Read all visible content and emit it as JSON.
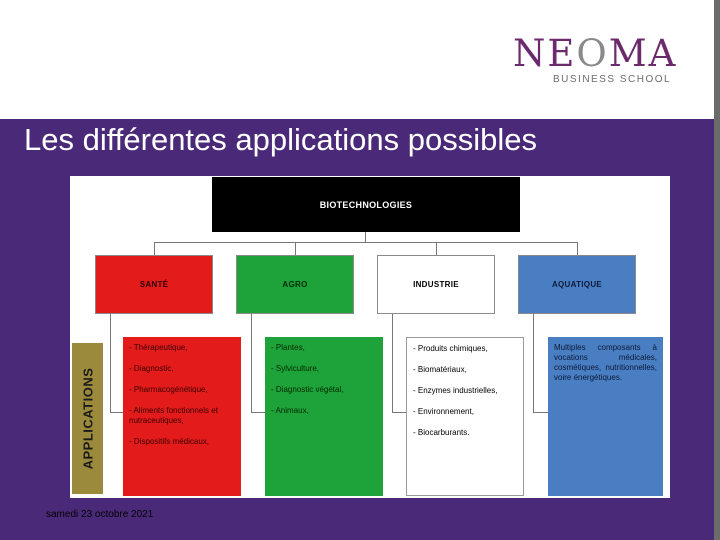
{
  "header": {
    "logo": {
      "main_left": "NE",
      "main_o": "O",
      "main_right": "MA",
      "sub": "BUSINESS SCHOOL"
    }
  },
  "slide": {
    "title": "Les différentes applications possibles",
    "date": "samedi 23 octobre 2021"
  },
  "diagram": {
    "root": "BIOTECHNOLOGIES",
    "side_label": "APPLICATIONS",
    "categories": [
      {
        "label": "SANTÉ",
        "color": "#e31b1b"
      },
      {
        "label": "AGRO",
        "color": "#1ea23a"
      },
      {
        "label": "INDUSTRIE",
        "color": "#ffffff"
      },
      {
        "label": "AQUATIQUE",
        "color": "#4a7ec2"
      }
    ],
    "sante_items": [
      "- Thérapeutique,",
      "- Diagnostic,",
      "- Pharmacogénétique,",
      "- Aliments fonctionnels et nutraceutiques,",
      "- Dispositifs médicaux,"
    ],
    "agro_items": [
      "- Plantes,",
      "- Sylviculture,",
      "- Diagnostic végétal,",
      "- Animaux,"
    ],
    "industrie_items": [
      "- Produits chimiques,",
      "- Biomatériaux,",
      "- Enzymes industrielles,",
      "- Environnement,",
      "- Biocarburants."
    ],
    "aquatique_text": "Multiples composants à vocations médicales, cosmétiques, nutritionnelles, voire énergétiques."
  },
  "colors": {
    "background": "#4a2a78",
    "brand": "#6b2a6c"
  }
}
